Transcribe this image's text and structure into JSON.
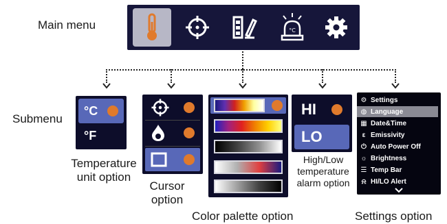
{
  "labels": {
    "main_menu": "Main menu",
    "submenu": "Submenu",
    "temperature_option": [
      "Temperature",
      "unit option"
    ],
    "cursor_option": [
      "Cursor",
      "option"
    ],
    "color_palette_option": "Color palette option",
    "high_low_option": [
      "High/Low",
      "temperature",
      "alarm option"
    ],
    "settings_option": "Settings option"
  },
  "main_menu_icons": [
    "thermometer-icon",
    "crosshair-icon",
    "palette-icon",
    "alarm-icon",
    "gear-icon"
  ],
  "temperature_units": [
    "°C",
    "°F"
  ],
  "alarm_options": [
    "HI",
    "LO"
  ],
  "settings_menu": {
    "title": "Settings",
    "items": [
      "Language",
      "Date&Time",
      "Emissivity",
      "Auto Power Off",
      "Brightness",
      "Temp Bar",
      "HI/LO Alert"
    ]
  },
  "colors": {
    "panel": "#0d0d2a",
    "accent_orange": "#e07a2c",
    "selected_row": "#5868b8",
    "menubar": "#16163a"
  }
}
